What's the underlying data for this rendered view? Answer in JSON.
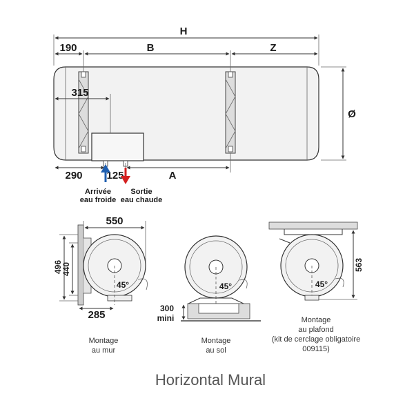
{
  "dimensions": {
    "H": "H",
    "val_190": "190",
    "B": "B",
    "Z": "Z",
    "val_315": "315",
    "phi": "Ø",
    "val_290": "290",
    "val_125": "125",
    "A": "A",
    "val_550": "550",
    "val_496": "496",
    "val_440": "440",
    "val_285": "285",
    "val_300": "300",
    "mini": "mini",
    "val_563": "563",
    "angle_45": "45°"
  },
  "labels": {
    "cold_inlet_line1": "Arrivée",
    "cold_inlet_line2": "eau froide",
    "hot_outlet_line1": "Sortie",
    "hot_outlet_line2": "eau chaude"
  },
  "captions": {
    "wall_line1": "Montage",
    "wall_line2": "au mur",
    "floor_line1": "Montage",
    "floor_line2": "au sol",
    "ceiling_line1": "Montage",
    "ceiling_line2": "au plafond",
    "ceiling_line3": "(kit de cerclage obligatoire",
    "ceiling_line4": "009115)"
  },
  "title": "Horizontal Mural",
  "colors": {
    "cold": "#1f5fb0",
    "hot": "#d42020"
  }
}
